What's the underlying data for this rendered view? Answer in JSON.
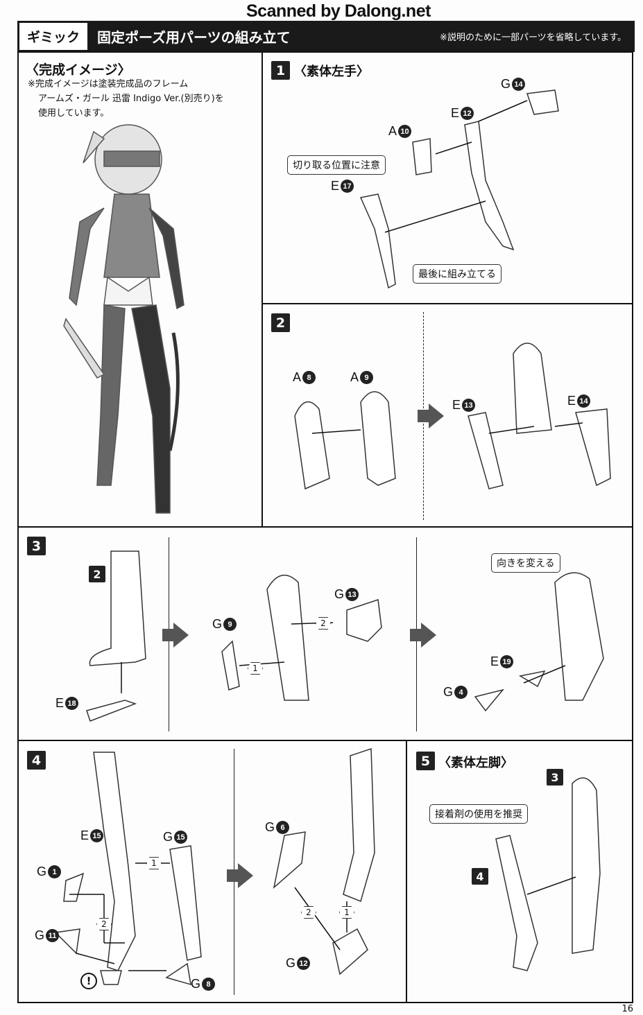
{
  "watermark": "Scanned by Dalong.net",
  "header": {
    "tag": "ギミック",
    "title": "固定ポーズ用パーツの組み立て",
    "note": "※説明のために一部パーツを省略しています。"
  },
  "completed": {
    "title": "〈完成イメージ〉",
    "note_lines": [
      "※完成イメージは塗装完成品のフレーム",
      "アームズ・ガール 迅雷 Indigo Ver.(別売り)を",
      "使用しています。"
    ]
  },
  "step1": {
    "num": "1",
    "title": "〈素体左手〉",
    "parts": [
      {
        "l": "G",
        "n": "14"
      },
      {
        "l": "E",
        "n": "12"
      },
      {
        "l": "A",
        "n": "10"
      },
      {
        "l": "E",
        "n": "17"
      }
    ],
    "callouts": [
      "切り取る位置に注意",
      "最後に組み立てる"
    ]
  },
  "step2": {
    "num": "2",
    "parts": [
      {
        "l": "A",
        "n": "8"
      },
      {
        "l": "A",
        "n": "9"
      },
      {
        "l": "E",
        "n": "13"
      },
      {
        "l": "E",
        "n": "14"
      }
    ]
  },
  "step3": {
    "num": "3",
    "ref": "2",
    "parts": [
      {
        "l": "E",
        "n": "18"
      },
      {
        "l": "G",
        "n": "9"
      },
      {
        "l": "G",
        "n": "13"
      },
      {
        "l": "E",
        "n": "19"
      },
      {
        "l": "G",
        "n": "4"
      }
    ],
    "orders": [
      "1",
      "2"
    ],
    "callout": "向きを変える"
  },
  "step4": {
    "num": "4",
    "parts": [
      {
        "l": "E",
        "n": "15"
      },
      {
        "l": "G",
        "n": "15"
      },
      {
        "l": "G",
        "n": "1"
      },
      {
        "l": "G",
        "n": "11"
      },
      {
        "l": "G",
        "n": "8"
      },
      {
        "l": "G",
        "n": "6"
      },
      {
        "l": "G",
        "n": "12"
      }
    ],
    "orders": [
      "1",
      "2",
      "1",
      "2"
    ],
    "warning": "!"
  },
  "step5": {
    "num": "5",
    "title": "〈素体左脚〉",
    "refs": [
      "3",
      "4"
    ],
    "callout": "接着剤の使用を推奨"
  },
  "page_number": "16"
}
